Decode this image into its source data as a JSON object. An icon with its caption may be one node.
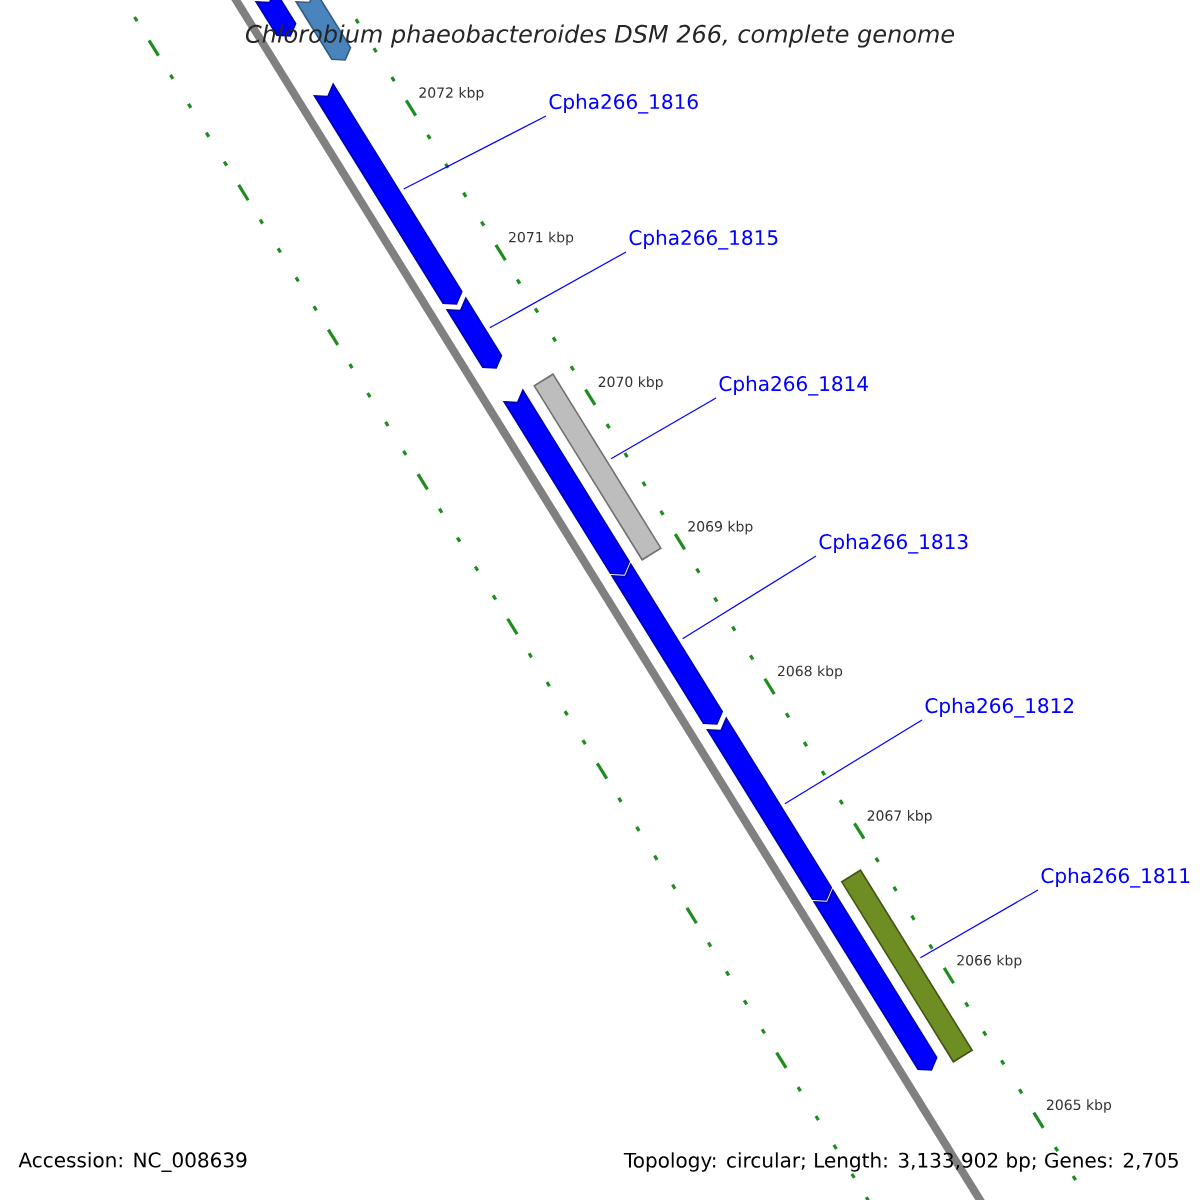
{
  "diagram": {
    "title": "*Chlorobium phaeobacteroides* DSM 266, complete genome",
    "nodes": [
      {
        "text": [],
        "shape": "arrow"
      },
      {
        "text": [],
        "shape": "arrow"
      },
      {
        "text": [
          "Cpha266_1816"
        ]
      },
      {
        "text": [],
        "shape": "arrow"
      },
      {
        "text": [
          "Cpha266_1815"
        ]
      },
      {
        "text": [],
        "shape": "arrow"
      },
      {
        "text": [
          "Cpha266_1814"
        ]
      },
      {
        "text": [],
        "shape": "bar"
      },
      {
        "text": [],
        "shape": "arrow"
      },
      {
        "text": [
          "Cpha266_1813"
        ]
      },
      {
        "text": [],
        "shape": "arrow"
      },
      {
        "text": [
          "Cpha266_1812"
        ]
      },
      {
        "text": [],
        "shape": "arrow"
      },
      {
        "text": [
          "Cpha266_1811"
        ]
      },
      {
        "text": [],
        "shape": "bar"
      },
      {
        "text": [],
        "shape": "arrow"
      }
    ],
    "edges": [
      {
        "from": 2,
        "to": 3,
        "arrow": "none"
      },
      {
        "from": 4,
        "to": 5,
        "arrow": "none"
      },
      {
        "from": 6,
        "to": 7,
        "arrow": "none"
      },
      {
        "from": 9,
        "to": 10,
        "arrow": "none"
      },
      {
        "from": 11,
        "to": 12,
        "arrow": "none"
      },
      {
        "from": 13,
        "to": 14,
        "arrow": "none"
      }
    ],
    "labels": [
      "2072 kbp",
      "2071 kbp",
      "2070 kbp",
      "2069 kbp",
      "2068 kbp",
      "2067 kbp",
      "2066 kbp",
      "2065 kbp",
      "Accession: NC_008639",
      "Topology: circular; Length: 3,133,902 bp; Genes: 2,705"
    ]
  }
}
